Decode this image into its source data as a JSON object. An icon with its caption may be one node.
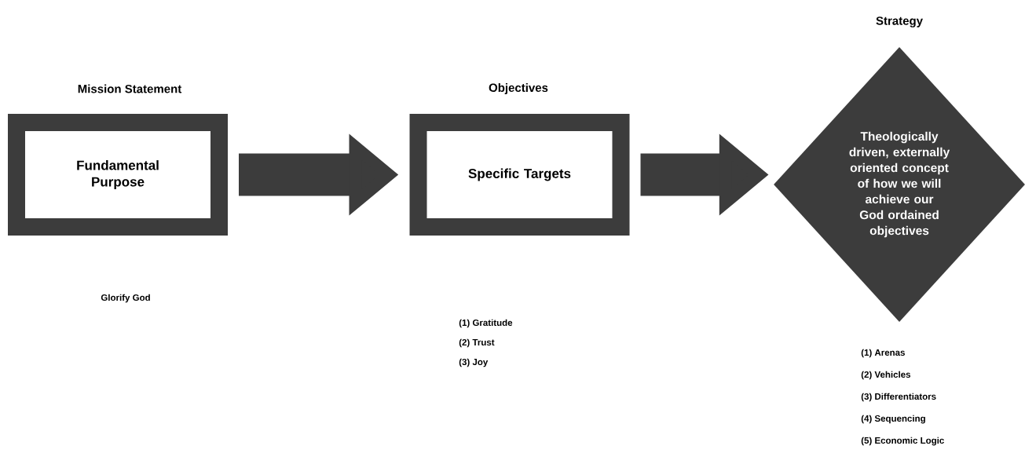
{
  "diagram": {
    "nodes": [
      {
        "text": [
          "Mission Statement",
          "Fundamental Purpose"
        ]
      },
      {
        "text": [
          "Objectives",
          "Specific Targets"
        ],
        "beside": [
          "(1) Gratitude",
          "(2) Trust",
          "(3) Joy"
        ]
      },
      {
        "text": [
          "Strategy",
          "Theologically driven, externally oriented concept of how we will achieve our God ordained objectives"
        ],
        "beside": [
          "(1) Arenas",
          "(2) Vehicles",
          "(3) Differentiators",
          "(4) Sequencing",
          "(5) Economic Logic"
        ]
      }
    ],
    "edges": [
      {
        "from": 0,
        "to": 1,
        "arrow": "to"
      },
      {
        "from": 1,
        "to": 2,
        "arrow": "to"
      }
    ],
    "labels": [
      "Glorify God"
    ]
  }
}
